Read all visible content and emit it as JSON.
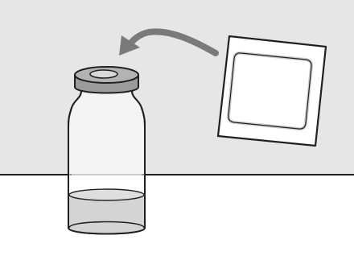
{
  "illustration": {
    "content": [
      "vial",
      "alcohol-swab",
      "arrow"
    ],
    "colors": {
      "wall": "#e6e6e6",
      "table": "#ffffff",
      "outline": "#231f20",
      "cap": "#9b9b9b",
      "cap_top": "#b3b3b3",
      "cap_hole": "#d9d9d9",
      "liquid": "#d4d4d4",
      "arrow": "#7a7a7a",
      "swab_border": "#cfcfcf"
    },
    "arrow_direction": "swab-to-vial-top"
  }
}
